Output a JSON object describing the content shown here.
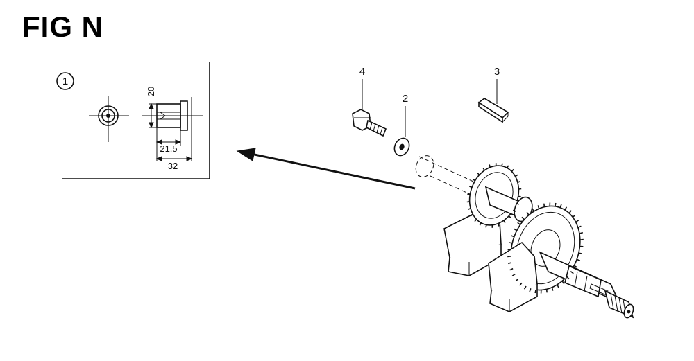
{
  "figure": {
    "title": "FIG N"
  },
  "detail": {
    "ref_number": "1",
    "dimensions": {
      "height": "20",
      "inner_length": "21.5",
      "overall_length": "32"
    }
  },
  "callouts": {
    "bolt": "4",
    "washer": "2",
    "key": "3"
  }
}
